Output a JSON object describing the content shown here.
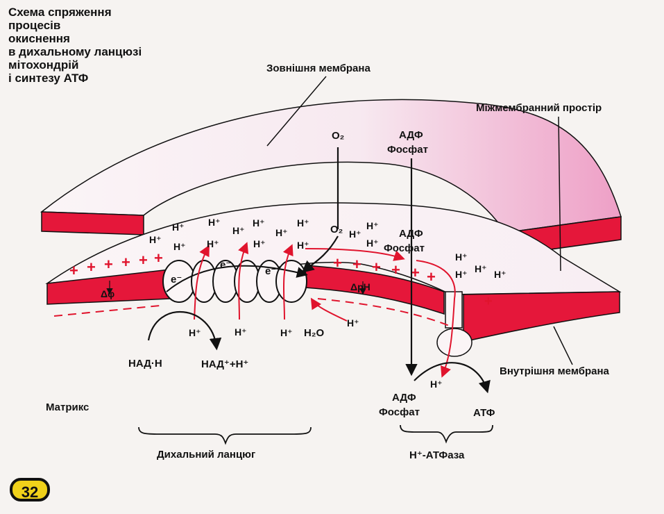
{
  "title": "Схема спряження\nпроцесів\nокиснення\nв дихальному ланцюзі\nмітохондрій\nі синтезу АТФ",
  "labels": {
    "outer_membrane": "Зовнішня мембрана",
    "intermembrane_space": "Міжмембранний простір",
    "inner_membrane": "Внутрішня мембрана",
    "matrix": "Матрикс",
    "resp_chain": "Дихальний ланцюг",
    "atp_synthase": "H⁺-АТФаза",
    "nadh": "НАД·Н",
    "nad": "НАД⁺+Н⁺",
    "adp_top": "АДФ",
    "phosphate_top": "Фосфат",
    "adp_mid": "АДФ",
    "phosphate_mid": "Фосфат",
    "adp_bottom": "АДФ",
    "phosphate_bottom": "Фосфат",
    "atp": "АТФ",
    "o2_top": "O₂",
    "o2_mid": "O₂",
    "h2o": "H₂O",
    "delta_phi": "Δφ",
    "delta_ph": "ΔpH",
    "electron": "e⁻",
    "proton": "H⁺",
    "page_number": "32"
  },
  "colors": {
    "membrane_red": "#e5173a",
    "membrane_face": "#fbf4f6",
    "membrane_tint": "#ee9fc6",
    "plus_red": "#e0142d",
    "page_badge": "#f0d11a"
  },
  "icons": [
    "electron-carrier-chain",
    "atp-synthase-knob"
  ]
}
